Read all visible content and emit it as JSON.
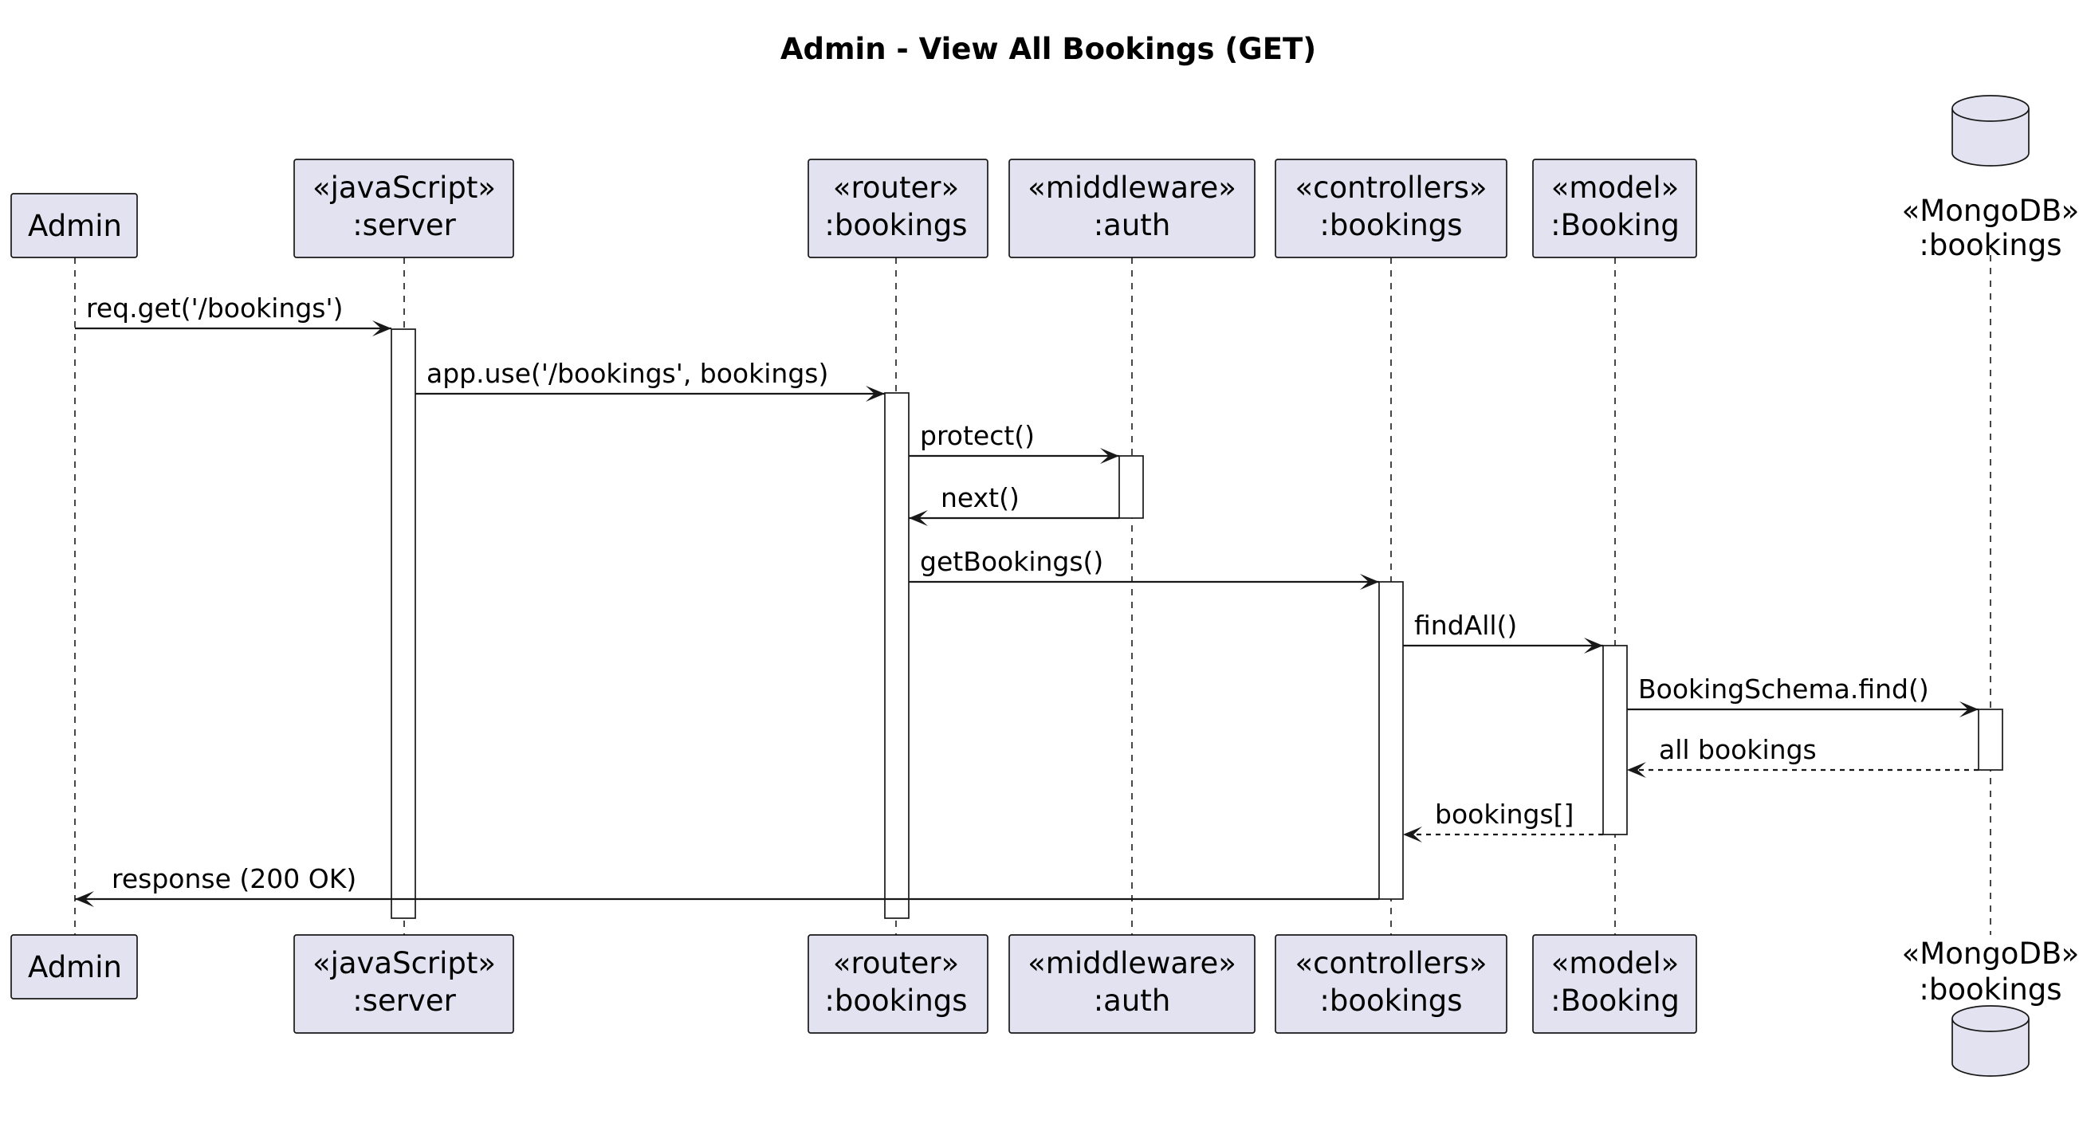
{
  "title": "Admin - View All Bookings (GET)",
  "participants": [
    {
      "id": "admin",
      "lines": [
        "Admin"
      ],
      "type": "participant"
    },
    {
      "id": "server",
      "lines": [
        "«javaScript»",
        ":server"
      ],
      "type": "participant"
    },
    {
      "id": "router",
      "lines": [
        "«router»",
        ":bookings"
      ],
      "type": "participant"
    },
    {
      "id": "auth",
      "lines": [
        "«middleware»",
        ":auth"
      ],
      "type": "participant"
    },
    {
      "id": "controller",
      "lines": [
        "«controllers»",
        ":bookings"
      ],
      "type": "participant"
    },
    {
      "id": "model",
      "lines": [
        "«model»",
        ":Booking"
      ],
      "type": "participant"
    },
    {
      "id": "db",
      "lines": [
        "«MongoDB»",
        ":bookings"
      ],
      "type": "database"
    }
  ],
  "messages": [
    {
      "from": "admin",
      "to": "server",
      "label": "req.get('/bookings')",
      "style": "solid"
    },
    {
      "from": "server",
      "to": "router",
      "label": "app.use('/bookings', bookings)",
      "style": "solid"
    },
    {
      "from": "router",
      "to": "auth",
      "label": "protect()",
      "style": "solid"
    },
    {
      "from": "auth",
      "to": "router",
      "label": "next()",
      "style": "solid"
    },
    {
      "from": "router",
      "to": "controller",
      "label": "getBookings()",
      "style": "solid"
    },
    {
      "from": "controller",
      "to": "model",
      "label": "findAll()",
      "style": "solid"
    },
    {
      "from": "model",
      "to": "db",
      "label": "BookingSchema.find()",
      "style": "solid"
    },
    {
      "from": "db",
      "to": "model",
      "label": "all bookings",
      "style": "dashed"
    },
    {
      "from": "model",
      "to": "controller",
      "label": "bookings[]",
      "style": "dashed"
    },
    {
      "from": "controller",
      "to": "admin",
      "label": "response (200 OK)",
      "style": "solid"
    }
  ],
  "colors": {
    "participant_fill": "#E2E2F0",
    "stroke": "#181818",
    "background": "#FFFFFF"
  }
}
